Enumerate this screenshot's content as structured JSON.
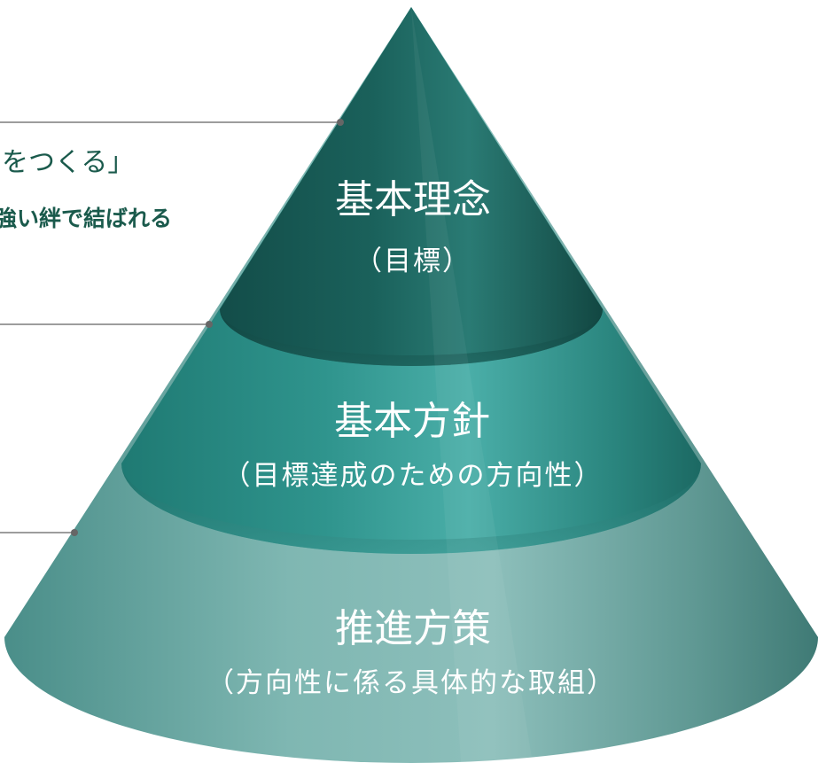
{
  "cone": {
    "tiers": [
      {
        "title": "基本理念",
        "subtitle": "（目標）"
      },
      {
        "title": "基本方針",
        "subtitle": "（目標達成のための方向性）"
      },
      {
        "title": "推進方策",
        "subtitle": "（方向性に係る具体的な取組）"
      }
    ]
  },
  "left_text": {
    "line1": "をつくる」",
    "line2": "強い絆で結ばれる"
  },
  "colors": {
    "top_tier": "#1f6b63",
    "middle_tier": "#3a9c96",
    "bottom_tier": "#6aa6a2",
    "left_text": "#1a5a4c",
    "leader_line": "#7d7d7d"
  }
}
